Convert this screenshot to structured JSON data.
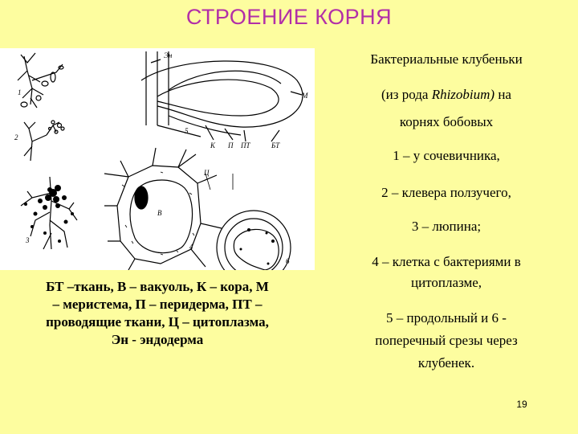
{
  "title": "СТРОЕНИЕ КОРНЯ",
  "figure": {
    "labels": {
      "en": "Эн",
      "m": "М",
      "k": "К",
      "p": "П",
      "pt": "ПТ",
      "bt": "БТ",
      "ts": "Ц",
      "v": "В",
      "n1": "1",
      "n2": "2",
      "n3": "3",
      "n4": "4",
      "n5": "5",
      "n6": "6"
    }
  },
  "caption": {
    "line1": "БТ –ткань, В – вакуоль, К – кора, М",
    "line2": "– меристема, П – перидерма, ПТ –",
    "line3": "проводящие ткани, Ц – цитоплазма,",
    "line4": "Эн - эндодерма"
  },
  "right": {
    "heading": "Бактериальные клубеньки",
    "genus_open": "(из рода ",
    "genus_name": "Rhizobium)",
    "genus_tail": " на",
    "genus_line2": "корнях бобовых",
    "item1": "1 – у сочевичника,",
    "item2": "2 – клевера ползучего,",
    "item3": "3 – люпина;",
    "item4a": "4 – клетка с бактериями в",
    "item4b": "цитоплазме,",
    "item5a": "5 – продольный и 6 -",
    "item5b": "поперечный срезы через",
    "item5c": "клубенек."
  },
  "page_number": "19"
}
